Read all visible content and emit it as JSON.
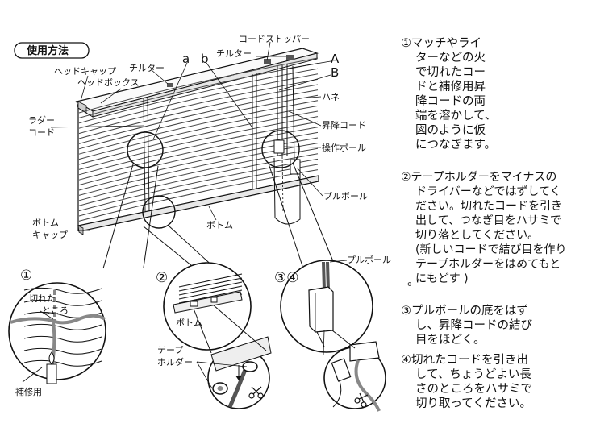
{
  "diagram": {
    "title": "使用方法",
    "labels": {
      "a": "a",
      "b": "b",
      "A": "A",
      "B": "B",
      "head_cap": "ヘッドキャップ",
      "head_box": "ヘッドボックス",
      "tilter1": "チルター",
      "cord_stopper": "コードストッパー",
      "tilter2": "チルター",
      "ladder_1": "ラダー",
      "ladder_2": "コード",
      "slat": "ハネ",
      "lift_cord": "昇降コード",
      "wand": "操作ポール",
      "pull_ball": "プルボール",
      "bottom_cap_1": "ボトム",
      "bottom_cap_2": "キャップ",
      "bottom": "ボトム",
      "d1_num": "①",
      "d1_cut_1": "切れた",
      "d1_cut_2": "ところ",
      "d1_repair": "補修用",
      "d2_num": "②",
      "d2_bottom": "ボトム",
      "d2_tape_1": "テープ",
      "d2_tape_2": "ホルダー",
      "d34_num": "③④",
      "d34_pull_ball": "プルボール"
    }
  },
  "instructions": {
    "step1": [
      "①マッチやライ",
      "ターなどの火",
      "で切れたコー",
      "ドと補修用昇",
      "降コードの両",
      "端を溶かして、",
      "図のように仮",
      "につなぎます。"
    ],
    "step2": [
      "②テープホルダーをマイナスの",
      "ドライバーなどではずしてく",
      "ださい。切れたコードを引き",
      "出して、つなぎ目をハサミで",
      "切り落としてください。",
      "(新しいコードで結び目を作り",
      "テープホルダーをはめてもと",
      "にもどす )"
    ],
    "step2_bullet": "。",
    "step3": [
      "③プルボールの底をはず",
      "し、昇降コードの結び",
      "目をほどく。"
    ],
    "step4": [
      "④切れたコードを引き出",
      "して、ちょうどよい長",
      "さのところをハサミで",
      "切り取ってください。"
    ]
  }
}
